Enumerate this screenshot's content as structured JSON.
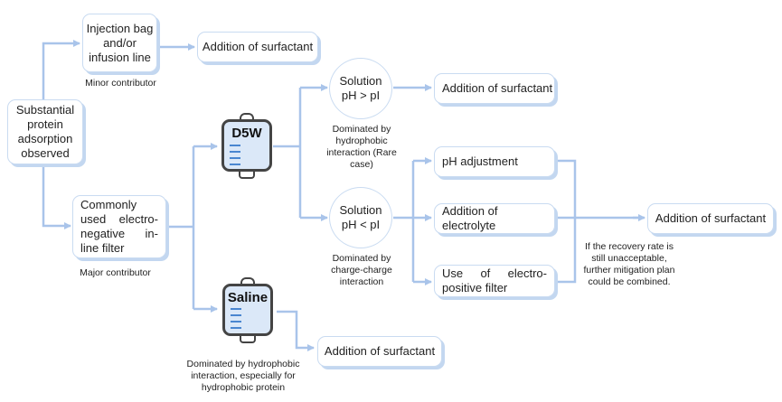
{
  "colors": {
    "connector": "#a9c4ea",
    "box_border": "#c9dbf1",
    "bag_fill": "#dbe8f8",
    "bag_stroke": "#444444",
    "tick": "#4a86d0"
  },
  "nodes": {
    "root": "Substantial protein adsorption observed",
    "injection_bag": "Injection bag and/or infusion line",
    "injection_surfactant": "Addition of surfactant",
    "inline_filter": "Commonly used electro-negative in-line filter",
    "d5w": "D5W",
    "saline": "Saline",
    "ph_gt_pi": "Solution pH > pI",
    "ph_lt_pi": "Solution pH < pI",
    "gt_surfactant": "Addition of surfactant",
    "ph_adjustment": "pH adjustment",
    "electrolyte": "Addition of electrolyte",
    "electropositive_filter": "Use of electro-positive filter",
    "final_surfactant": "Addition of surfactant",
    "saline_surfactant": "Addition of surfactant"
  },
  "notes": {
    "minor": "Minor contributor",
    "major": "Major contributor",
    "gt_note": "Dominated by hydrophobic interaction (Rare case)",
    "lt_note": "Dominated by charge-charge interaction",
    "saline_note": "Dominated by hydrophobic interaction, especially for hydrophobic protein",
    "recovery_note": "If the recovery rate is still unacceptable, further mitigation plan could be combined."
  }
}
